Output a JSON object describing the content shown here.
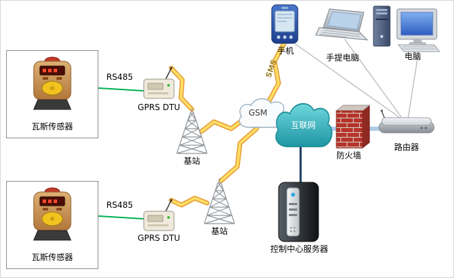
{
  "nodes": {
    "sensor_1": {
      "label": "瓦斯传感器"
    },
    "sensor_2": {
      "label": "瓦斯传感器"
    },
    "gprs_dtu_1": {
      "label": "GPRS DTU"
    },
    "gprs_dtu_2": {
      "label": "GPRS DTU"
    },
    "base_station_1": {
      "label": "基站"
    },
    "base_station_2": {
      "label": "基站"
    },
    "gsm_cloud": {
      "label": "GSM"
    },
    "internet_cloud": {
      "label": "互联网"
    },
    "firewall": {
      "label": "防火墙"
    },
    "router": {
      "label": "路由器"
    },
    "control_server": {
      "label": "控制中心服务器"
    },
    "phone": {
      "label": "手机"
    },
    "laptop": {
      "label": "手提电脑"
    },
    "desktop": {
      "label": "电脑"
    }
  },
  "links": {
    "rs485_1": {
      "label": "RS485"
    },
    "rs485_2": {
      "label": "RS485"
    },
    "sms": {
      "label": "SMS"
    }
  },
  "colors": {
    "rs485_line": "#00b050",
    "lan_pipe": "#aecbe8",
    "server_line": "#17375e",
    "wireless_line": "#a6a6a6",
    "lightning_fill": "#ffe066",
    "lightning_edge": "#e8a13c",
    "internet_cloud": "#2fa8b4",
    "gsm_cloud": "#fafbfc",
    "firewall_brick": "#b5342a",
    "sensor_body": "#c98d4e"
  }
}
